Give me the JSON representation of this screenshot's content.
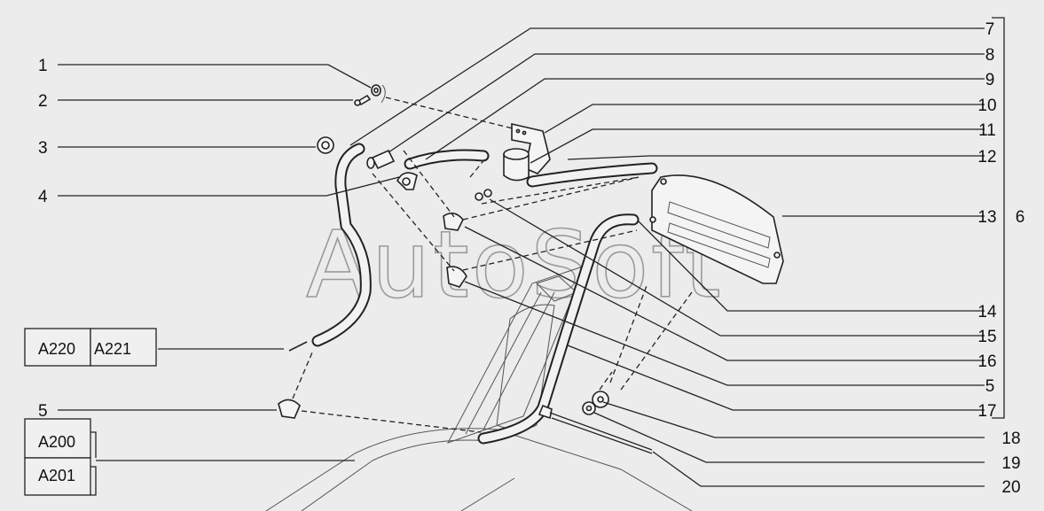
{
  "watermark": "AutoSoft",
  "callouts_left": [
    "1",
    "2",
    "3",
    "4",
    "5"
  ],
  "callouts_right": [
    "7",
    "8",
    "9",
    "10",
    "11",
    "12",
    "13",
    "14",
    "15",
    "16",
    "5",
    "17",
    "18",
    "19",
    "20"
  ],
  "group_label": "6",
  "references": {
    "a220": "A220",
    "a221": "A221",
    "a200": "A200",
    "a201": "A201"
  }
}
